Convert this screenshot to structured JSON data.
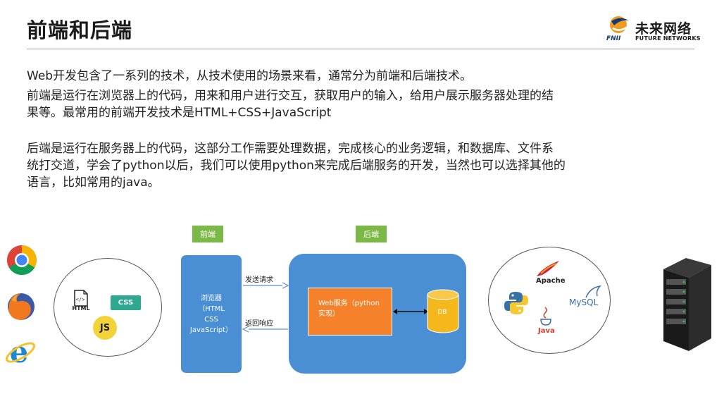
{
  "slide": {
    "title": "前端和后端",
    "logo": {
      "cn": "未来网络",
      "en": "FUTURE NETWORKS",
      "abbr": "FNII"
    }
  },
  "body": {
    "p1": "Web开发包含了一系列的技术，从技术使用的场景来看，通常分为前端和后端技术。",
    "p2a": "前端是运行在浏览器上的代码，用来和用户进行交互，获取用户的输入，给用户展示服务器处理的结",
    "p2b": "果等。最常用的前端开发技术是HTML+CSS+JavaScript",
    "p3a": "后端是运行在服务器上的代码，这部分工作需要处理数据，完成核心的业务逻辑，和数据库、文件系",
    "p3b": "统打交道，学会了python以后，我们可以使用python来完成后端服务的开发，当然也可以选择其他的",
    "p3c": "语言，比如常用的java。"
  },
  "diagram": {
    "frontend_label": "前端",
    "backend_label": "后端",
    "browser": {
      "line1": "浏览器",
      "line2": "（HTML",
      "line3": "CSS",
      "line4": "JavaScript）"
    },
    "request": "发送请求",
    "response": "返回响应",
    "web_service": {
      "line1": "Web服务（python",
      "line2": "实现）"
    },
    "db": "DB",
    "frontend_tech": {
      "html": "HTML",
      "css": "CSS",
      "js": "JS"
    },
    "backend_tech": {
      "apache": "Apache",
      "mysql": "MySQL",
      "java": "Java"
    }
  },
  "colors": {
    "box_blue": "#4a8fd4",
    "label_green": "#7cb845",
    "service_orange": "#f5812a",
    "db_yellow": "#f4b81c",
    "arrow_blue": "#5b8fd0"
  },
  "icons": [
    "chrome-icon",
    "firefox-icon",
    "ie-icon",
    "html-file-icon",
    "python-icon",
    "apache-feather-icon",
    "mysql-dolphin-icon",
    "java-cup-icon",
    "server-icon"
  ]
}
